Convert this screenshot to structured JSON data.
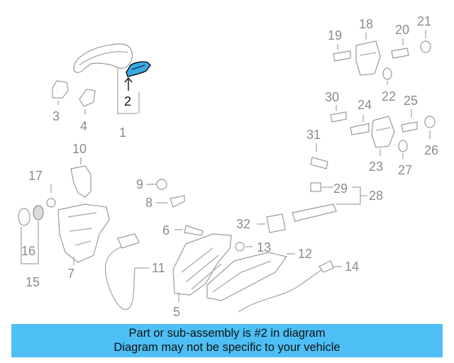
{
  "callouts": {
    "c1": "1",
    "c2": "2",
    "c3": "3",
    "c4": "4",
    "c5": "5",
    "c6": "6",
    "c7": "7",
    "c8": "8",
    "c9": "9",
    "c10": "10",
    "c11": "11",
    "c12": "12",
    "c13": "13",
    "c14": "14",
    "c15": "15",
    "c16": "16",
    "c17": "17",
    "c18": "18",
    "c19": "19",
    "c20": "20",
    "c21": "21",
    "c22": "22",
    "c23": "23",
    "c24": "24",
    "c25": "25",
    "c26": "26",
    "c27": "27",
    "c28": "28",
    "c29": "29",
    "c30": "30",
    "c31": "31",
    "c32": "32"
  },
  "highlight": {
    "part": "2",
    "color": "#3aa8e8"
  },
  "banner": {
    "line1": "Part or sub-assembly is #2 in diagram",
    "line2": "Diagram may not be specific to your vehicle",
    "color": "#4dbff5"
  }
}
